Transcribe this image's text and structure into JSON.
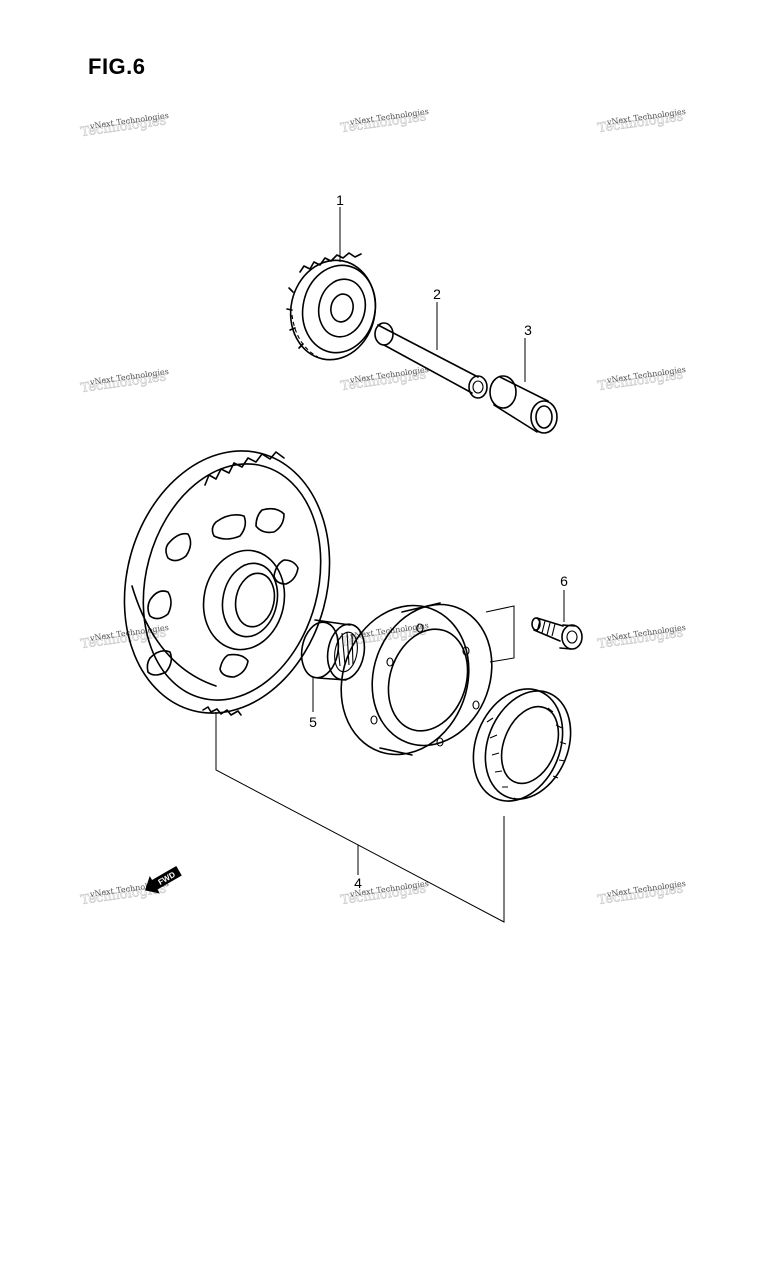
{
  "figure": {
    "title": "FIG.6"
  },
  "watermark": {
    "text": "vNext Technologies"
  },
  "callouts": [
    "1",
    "2",
    "3",
    "4",
    "5",
    "6"
  ],
  "fwd_label": "FWD"
}
